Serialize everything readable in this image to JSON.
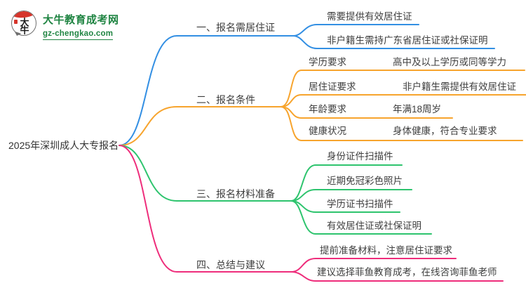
{
  "logo": {
    "mark_text": "大牛",
    "site_name": "大牛教育成考网",
    "site_url": "gz-chengkao.com"
  },
  "colors": {
    "branch_blue": "#338FE3",
    "branch_orange": "#F7A42D",
    "branch_green": "#2EC46E",
    "branch_pink": "#EE2D7B",
    "brand_green": "#1F8442",
    "logo_red": "#D6352C",
    "text": "#3E3E3E"
  },
  "mindmap": {
    "root": {
      "label": "2025年深圳成人大专报名"
    },
    "branches": [
      {
        "label": "一、报名需居住证",
        "color": "#338FE3",
        "children": [
          {
            "label": "需要提供有效居住证"
          },
          {
            "label": "非户籍生需持广东省居住证或社保证明"
          }
        ]
      },
      {
        "label": "二、报名条件",
        "color": "#F7A42D",
        "children": [
          {
            "label": "学历要求",
            "value": "高中及以上学历或同等学力"
          },
          {
            "label": "居住证要求",
            "value": "非户籍生需提供有效居住证"
          },
          {
            "label": "年龄要求",
            "value": "年满18周岁"
          },
          {
            "label": "健康状况",
            "value": "身体健康，符合专业要求"
          }
        ]
      },
      {
        "label": "三、报名材料准备",
        "color": "#2EC46E",
        "children": [
          {
            "label": "身份证件扫描件"
          },
          {
            "label": "近期免冠彩色照片"
          },
          {
            "label": "学历证书扫描件"
          },
          {
            "label": "有效居住证或社保证明"
          }
        ]
      },
      {
        "label": "四、总结与建议",
        "color": "#EE2D7B",
        "children": [
          {
            "label": "提前准备材料，注意居住证要求"
          },
          {
            "label": "建议选择菲鱼教育成考，在线咨询菲鱼老师"
          }
        ]
      }
    ]
  }
}
